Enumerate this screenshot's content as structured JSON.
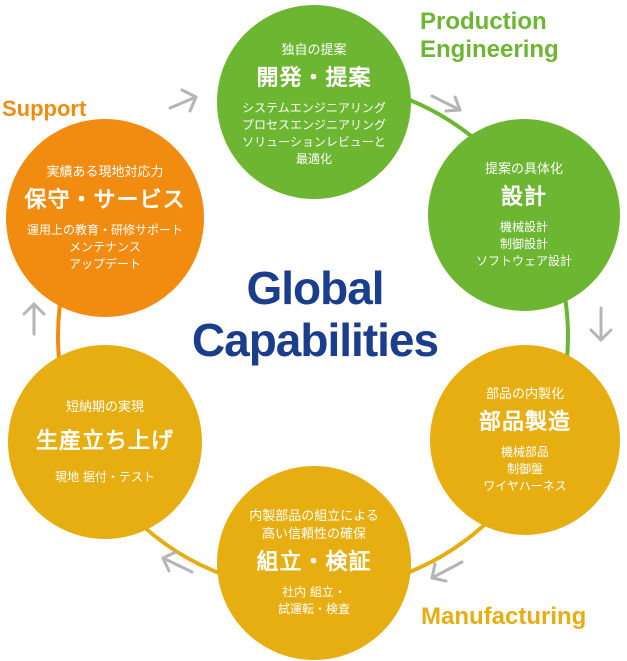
{
  "center_title": [
    "Global",
    "Capabilities"
  ],
  "categories": {
    "production": [
      "Production",
      "Engineering"
    ],
    "support": "Support",
    "manufacturing": "Manufacturing"
  },
  "nodes": [
    {
      "id": "development",
      "color": "#6cb632",
      "sub": "独自の提案",
      "main": "開発・提案",
      "details": [
        "システムエンジニアリング",
        "プロセスエンジニアリング",
        "ソリューションレビューと",
        "最適化"
      ]
    },
    {
      "id": "design",
      "color": "#6cb632",
      "sub": "提案の具体化",
      "main": "設計",
      "details": [
        "機械設計",
        "制御設計",
        "ソフトウェア設計"
      ]
    },
    {
      "id": "parts",
      "color": "#e7ae12",
      "sub": "部品の内製化",
      "main": "部品製造",
      "details": [
        "機械部品",
        "制御盤",
        "ワイヤハーネス"
      ]
    },
    {
      "id": "assembly",
      "color": "#e7ae12",
      "sub": "内製部品の組立による\n高い信頼性の確保",
      "main": "組立・検証",
      "details": [
        "社内 組立・",
        "試運転・検査"
      ]
    },
    {
      "id": "startup",
      "color": "#e7ae12",
      "sub": "短納期の実現",
      "main": "生産立ち上げ",
      "details": [
        "現地 据付・テスト"
      ]
    },
    {
      "id": "maintenance",
      "color": "#f28c10",
      "sub": "実績ある現地対応力",
      "main": "保守・サービス",
      "details": [
        "運用上の教育・研修サポート",
        "メンテナンス",
        "アップデート"
      ]
    }
  ]
}
